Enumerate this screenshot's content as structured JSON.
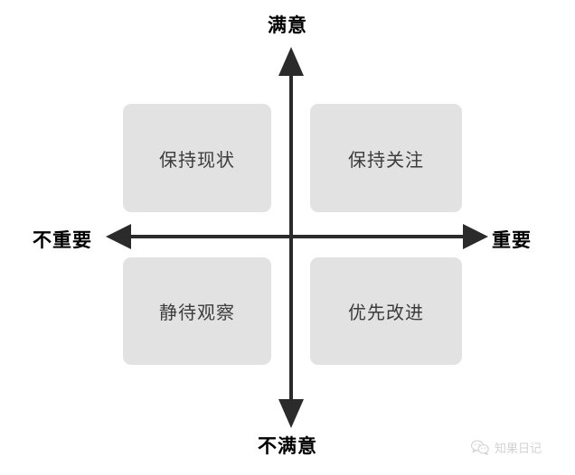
{
  "chart_data": {
    "type": "diagram",
    "subtype": "2x2-quadrant-matrix",
    "title": "",
    "axes": {
      "vertical": {
        "top_label": "满意",
        "bottom_label": "不满意",
        "meaning": "satisfaction"
      },
      "horizontal": {
        "left_label": "不重要",
        "right_label": "重要",
        "meaning": "importance"
      }
    },
    "quadrants": [
      {
        "id": "top-left",
        "label": "保持现状",
        "x": "不重要",
        "y": "满意"
      },
      {
        "id": "top-right",
        "label": "保持关注",
        "x": "重要",
        "y": "满意"
      },
      {
        "id": "bottom-left",
        "label": "静待观察",
        "x": "不重要",
        "y": "不满意"
      },
      {
        "id": "bottom-right",
        "label": "优先改进",
        "x": "重要",
        "y": "不满意"
      }
    ],
    "colors": {
      "box_fill": "#e2e2e2",
      "box_text": "#3c3c3c",
      "axis": "#2b2b2b",
      "axis_label": "#000000",
      "background": "#ffffff",
      "watermark_text": "#8a8a8a"
    },
    "grid": false,
    "legend": "none"
  },
  "watermark": {
    "icon": "wechat-icon",
    "text": "知果日记"
  }
}
